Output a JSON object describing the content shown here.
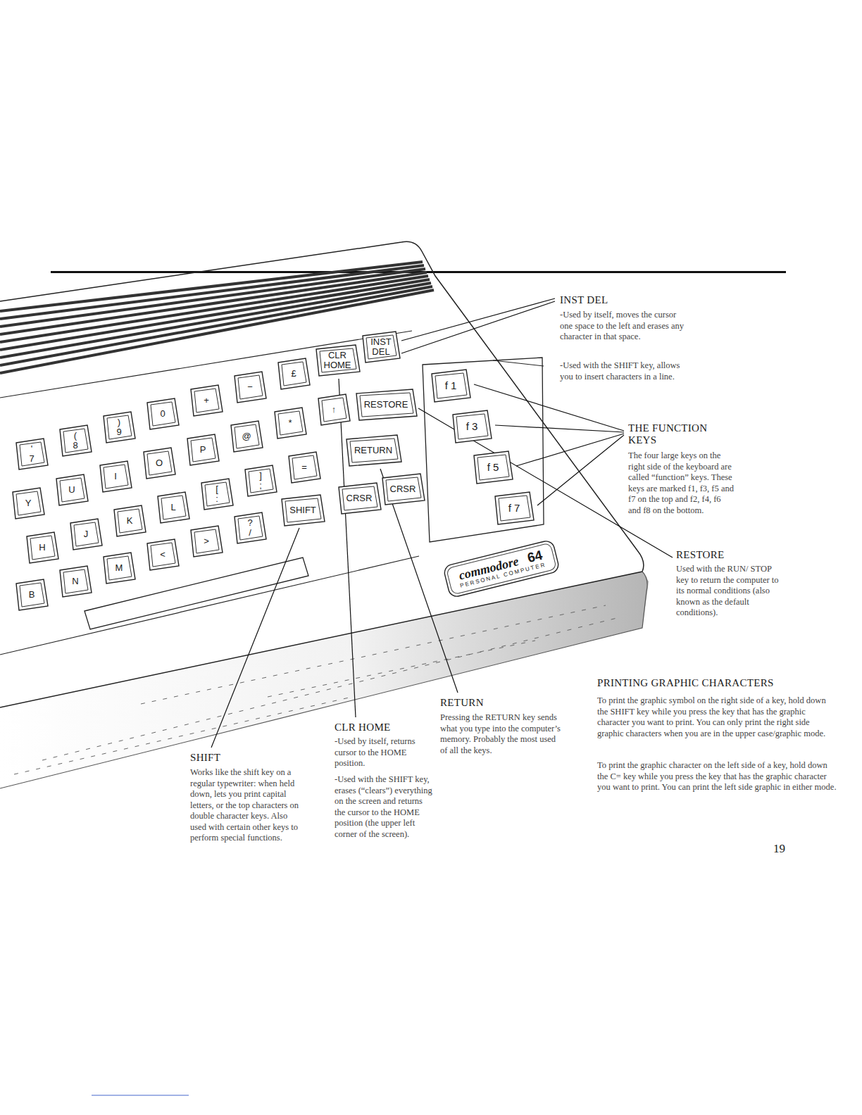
{
  "diagram": {
    "nodes": [
      {
        "text": [
          "'",
          "7"
        ]
      },
      {
        "text": [
          "(",
          "8"
        ]
      },
      {
        "text": [
          ")",
          "9"
        ]
      },
      {
        "text": [
          "0"
        ]
      },
      {
        "text": [
          "+"
        ]
      },
      {
        "text": [
          "−"
        ]
      },
      {
        "text": [
          "£"
        ]
      },
      {
        "text": [
          "CLR",
          "HOME"
        ]
      },
      {
        "text": [
          "INST",
          "DEL"
        ]
      },
      {
        "text": [
          "Y"
        ]
      },
      {
        "text": [
          "U"
        ]
      },
      {
        "text": [
          "I"
        ]
      },
      {
        "text": [
          "O"
        ]
      },
      {
        "text": [
          "P"
        ]
      },
      {
        "text": [
          "@"
        ]
      },
      {
        "text": [
          "*"
        ]
      },
      {
        "text": [
          "↑"
        ]
      },
      {
        "text": [
          "RESTORE"
        ]
      },
      {
        "text": [
          "H"
        ]
      },
      {
        "text": [
          "J"
        ]
      },
      {
        "text": [
          "K"
        ]
      },
      {
        "text": [
          "L"
        ]
      },
      {
        "text": [
          "[",
          ":"
        ]
      },
      {
        "text": [
          "]",
          ";"
        ]
      },
      {
        "text": [
          "="
        ]
      },
      {
        "text": [
          "RETURN"
        ]
      },
      {
        "text": [
          "B"
        ]
      },
      {
        "text": [
          "N"
        ]
      },
      {
        "text": [
          "M"
        ]
      },
      {
        "text": [
          "<"
        ]
      },
      {
        "text": [
          ">"
        ]
      },
      {
        "text": [
          "?",
          "/"
        ]
      },
      {
        "text": [
          "SHIFT"
        ]
      },
      {
        "text": [
          "CRSR"
        ]
      },
      {
        "text": [
          "CRSR"
        ]
      },
      {
        "text": [
          "f 1"
        ]
      },
      {
        "text": [
          "f 3"
        ]
      },
      {
        "text": [
          "f 5"
        ]
      },
      {
        "text": [
          "f 7"
        ]
      },
      {
        "text": [
          "commodore",
          "64",
          "PERSONAL COMPUTER"
        ]
      }
    ],
    "labels": [
      "INST DEL",
      "-Used by itself, moves the cursor one space to the left and erases any character in that space.",
      "-Used with the SHIFT key, allows you to insert characters in a line.",
      "THE FUNCTION KEYS",
      "The four large keys on the right side of the keyboard are called “function” keys. These keys are marked f1, f3, f5 and f7 on the top and f2, f4, f6 and f8 on the bottom.",
      "RESTORE",
      "Used with the RUN/ STOP key to return the computer to its normal conditions (also known as the default conditions).",
      "PRINTING GRAPHIC CHARACTERS",
      "To print the graphic symbol on the right side of a key, hold down the SHIFT key while you press the key that has the graphic character you want to print. You can only print the right side graphic characters when you are in the upper case/graphic mode.",
      "To print the graphic character on the left side of a key, hold down the C= key while you press the key that has the graphic character you want to print. You can print the left side graphic in either mode.",
      "RETURN",
      "Pressing the RETURN key sends what you type into the computer’s memory. Probably the most used of all the keys.",
      "CLR HOME",
      "-Used by itself, returns cursor to the HOME position.",
      "-Used with the SHIFT key, erases (“clears”) everything on the screen and returns the cursor to the HOME position (the upper left corner of the screen).",
      "SHIFT",
      "Works like the shift key on a regular typewriter: when held down, lets you print capital letters, or the top characters on double character keys. Also used with certain other keys to perform special functions.",
      "19"
    ]
  }
}
